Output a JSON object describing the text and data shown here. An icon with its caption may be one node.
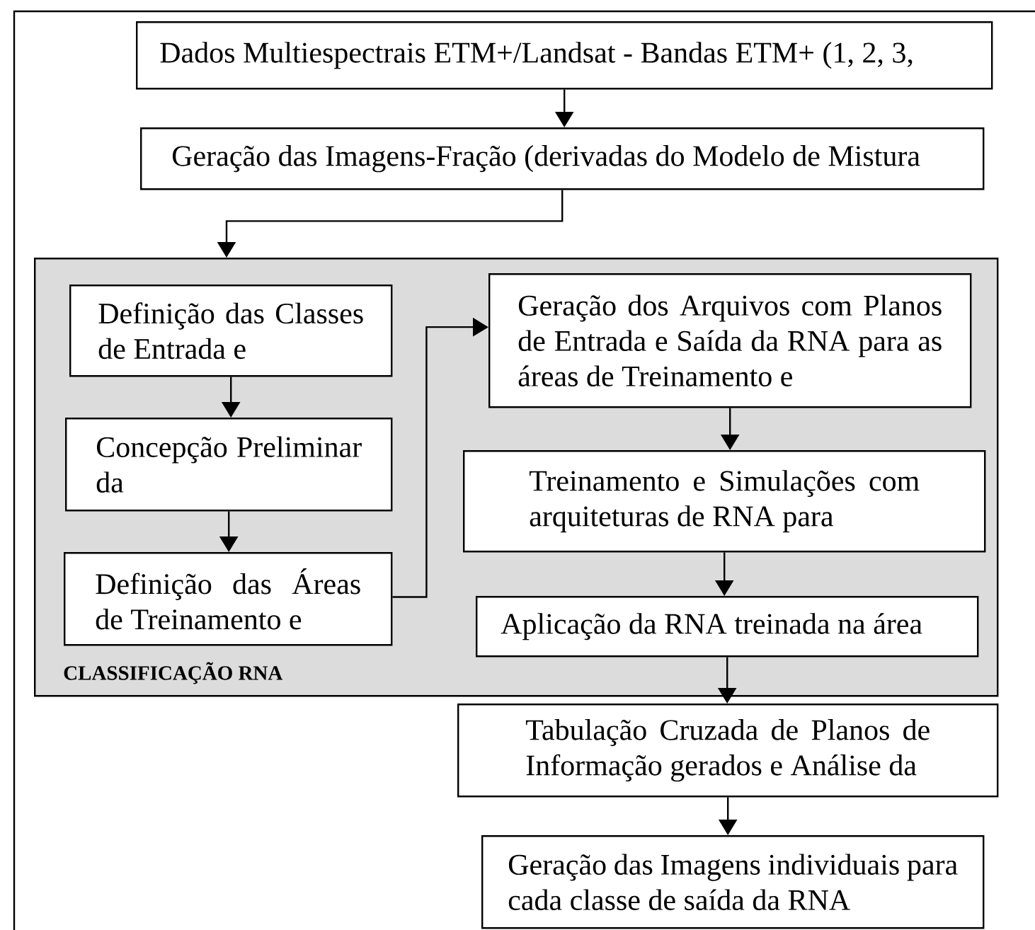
{
  "diagram": {
    "nodes": [
      {
        "text": [
          "Dados Multiespectrais ETM+/Landsat - Bandas ETM+ (1, 2,  3,"
        ]
      },
      {
        "text": [
          "Geração das Imagens-Fração (derivadas do Modelo de Mistura"
        ]
      },
      {
        "text": [
          "CLASSIFICAÇÃO RNA"
        ]
      },
      {
        "text": [
          "Definição das Classes de Entrada e"
        ],
        "in": 2
      },
      {
        "text": [
          "Concepção Preliminar da"
        ],
        "in": 2
      },
      {
        "text": [
          "Definição das Áreas de Treinamento e"
        ],
        "in": 2
      },
      {
        "text": [
          "Geração dos Arquivos com Planos de Entrada e Saída da RNA para as áreas de Treinamento e"
        ],
        "in": 2
      },
      {
        "text": [
          "Treinamento e Simulações com arquiteturas de RNA para"
        ],
        "in": 2
      },
      {
        "text": [
          "Aplicação da RNA treinada na área"
        ],
        "in": 2
      },
      {
        "text": [
          "Tabulação Cruzada de Planos de Informação gerados e Análise da"
        ]
      },
      {
        "text": [
          "Geração das Imagens individuais para cada classe de saída da RNA"
        ]
      }
    ],
    "edges": [
      {
        "from": 0,
        "to": 1,
        "arrow": "to"
      },
      {
        "from": 1,
        "to": 2,
        "arrow": "to"
      },
      {
        "from": 3,
        "to": 4,
        "arrow": "to"
      },
      {
        "from": 4,
        "to": 5,
        "arrow": "to"
      },
      {
        "from": 5,
        "to": 6,
        "arrow": "to"
      },
      {
        "from": 6,
        "to": 7,
        "arrow": "to"
      },
      {
        "from": 7,
        "to": 8,
        "arrow": "to"
      },
      {
        "from": 8,
        "to": 9,
        "arrow": "to"
      },
      {
        "from": 9,
        "to": 10,
        "arrow": "to"
      }
    ]
  }
}
